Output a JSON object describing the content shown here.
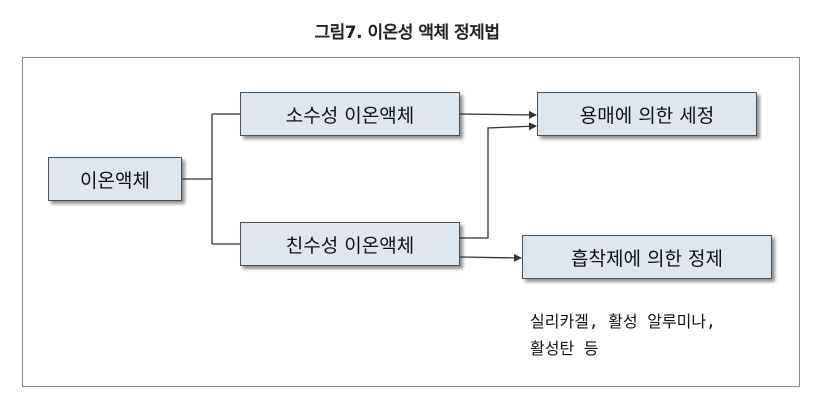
{
  "title": "그림7. 이온성 액체 정제법",
  "boxes": {
    "ionic_liquid": "이온액체",
    "hydrophobic": "소수성 이온액체",
    "hydrophilic": "친수성 이온액체",
    "solvent_purification": "용매에 의한 세정",
    "adsorbent_purification": "흡착제에 의한 정제"
  },
  "note": "실리카겔, 활성 알루미나,\n활성탄 등"
}
